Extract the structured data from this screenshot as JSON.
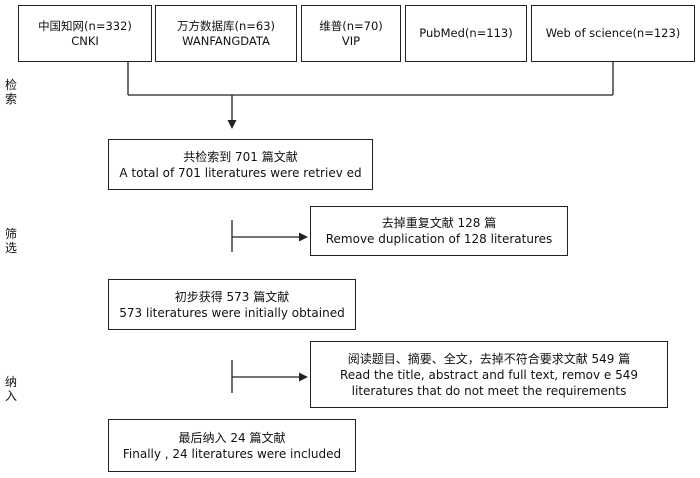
{
  "sources": [
    {
      "line1": "中国知网(n=332)",
      "line2": "CNKI"
    },
    {
      "line1": "万方数据库(n=63)",
      "line2": "WANFANGDATA"
    },
    {
      "line1": "维普(n=70)",
      "line2": "VIP"
    },
    {
      "line1": "PubMed(n=113)",
      "line2": ""
    },
    {
      "line1": "Web of science(n=123)",
      "line2": ""
    }
  ],
  "stages": {
    "search": {
      "c1": "检",
      "c2": "索"
    },
    "screen": {
      "c1": "筛",
      "c2": "选"
    },
    "include": {
      "c1": "纳",
      "c2": "入"
    }
  },
  "steps": {
    "retrieved": {
      "zh": "共检索到 701 篇文献",
      "en": "A total of 701 literatures were retriev ed"
    },
    "duplicates": {
      "zh": "去掉重复文献 128 篇",
      "en": "Remove duplication of 128 literatures"
    },
    "initial": {
      "zh": "初步获得 573 篇文献",
      "en": "573 literatures were initially obtained"
    },
    "excluded": {
      "zh": "阅读题目、摘要、全文，去掉不符合要求文献 549 篇",
      "en1": "Read the title, abstract and full text, remov e 549",
      "en2": "literatures that do not meet the requirements"
    },
    "final": {
      "zh": "最后纳入 24 篇文献",
      "en": "Finally , 24 literatures were included"
    }
  }
}
